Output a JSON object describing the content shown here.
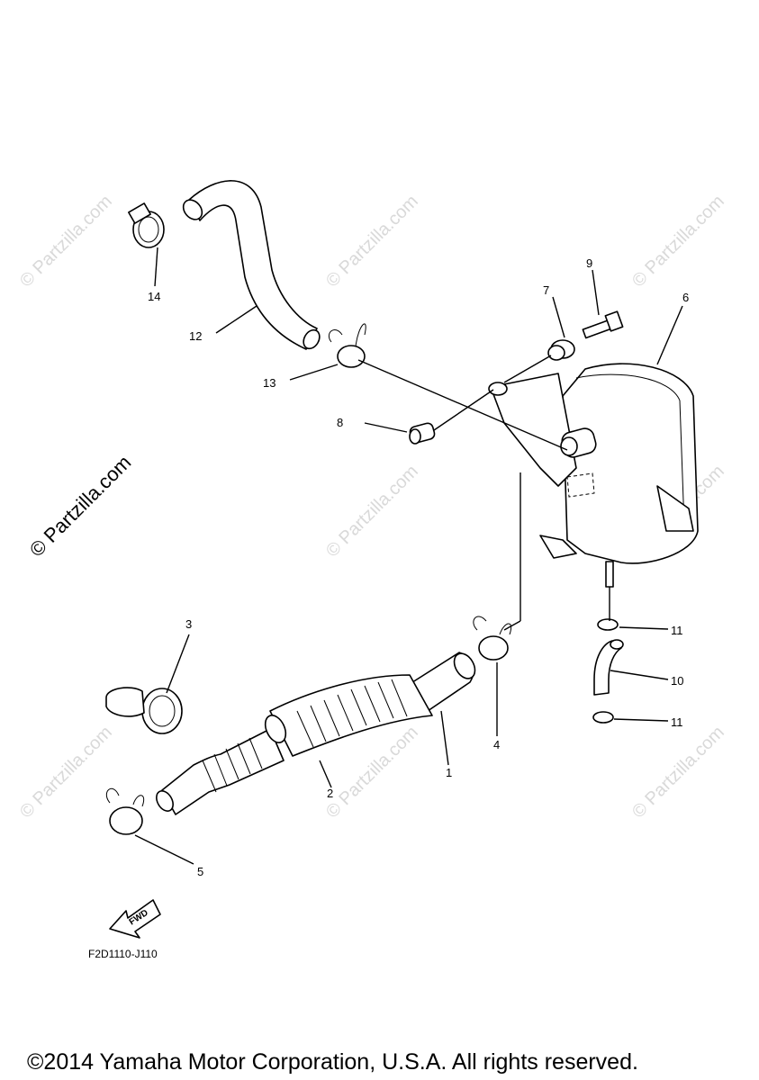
{
  "diagram": {
    "callouts": {
      "c1": "1",
      "c2": "2",
      "c3": "3",
      "c4": "4",
      "c5": "5",
      "c6": "6",
      "c7": "7",
      "c8": "8",
      "c9": "9",
      "c10": "10",
      "c11a": "11",
      "c11b": "11",
      "c12": "12",
      "c13": "13",
      "c14": "14"
    },
    "fwd_label": "FWD",
    "figure_code": "F2D1110-J110"
  },
  "watermark": {
    "brand": "© Partzilla.com",
    "repeat": "© Partzilla.com"
  },
  "footer": {
    "copyright": "©2014 Yamaha Motor Corporation, U.S.A. All rights reserved."
  }
}
